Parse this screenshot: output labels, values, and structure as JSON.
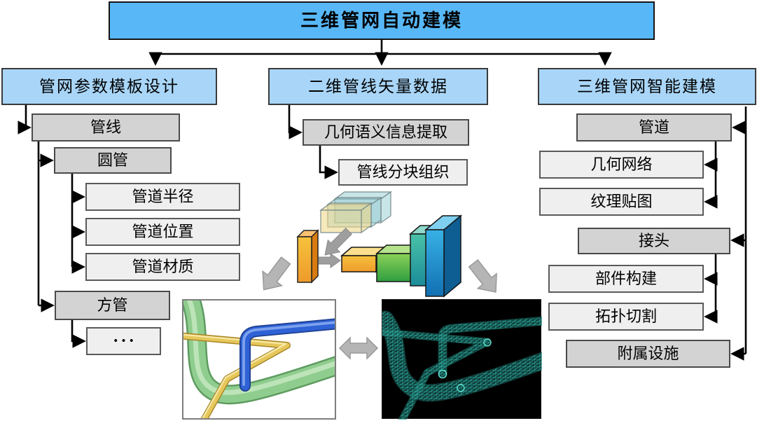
{
  "root": {
    "label": "三维管网自动建模"
  },
  "left_branch": {
    "header": "管网参数模板设计",
    "pipeline": "管线",
    "round_pipe": "圆管",
    "pipe_radius": "管道半径",
    "pipe_position": "管道位置",
    "pipe_material": "管道材质",
    "square_pipe": "方管",
    "more": "•••"
  },
  "middle_branch": {
    "header": "二维管线矢量数据",
    "geo_semantic_extraction": "几何语义信息提取",
    "pipeline_block_organization": "管线分块组织"
  },
  "right_branch": {
    "header": "三维管网智能建模",
    "pipe": "管道",
    "geometric_network": "几何网络",
    "texture_mapping": "纹理贴图",
    "joint": "接头",
    "component_construction": "部件构建",
    "topology_cutting": "拓扑切割",
    "auxiliary_facilities": "附属设施"
  },
  "colors": {
    "root_fill": "#58B8F7",
    "branch_header_fill": "#A9D6F8",
    "group_box_fill": "#D3D3D3",
    "leaf_box_fill": "#EFEFEF",
    "connector_line": "#000000",
    "gray_block_arrow": "#B5B5B5",
    "wireframe_teal": "#35CFC2",
    "nn_orange": "#F29A2E",
    "nn_green": "#57B848",
    "nn_blue": "#1E8FD0"
  }
}
